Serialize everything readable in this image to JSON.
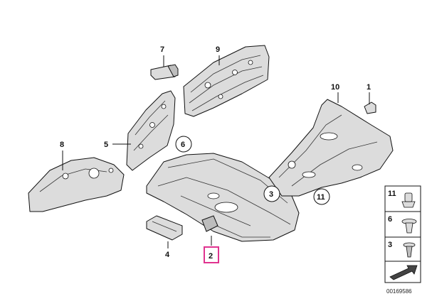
{
  "callouts": {
    "c1": "1",
    "c2": "2",
    "c3": "3",
    "c4": "4",
    "c5": "5",
    "c6": "6",
    "c7": "7",
    "c8": "8",
    "c9": "9",
    "c10": "10",
    "c11": "11"
  },
  "legend": {
    "items": [
      {
        "label": "11",
        "icon": "clip-icon"
      },
      {
        "label": "6",
        "icon": "expansion-rivet-icon"
      },
      {
        "label": "3",
        "icon": "plug-rivet-icon"
      }
    ],
    "footer_icon": "arrow-icon"
  },
  "catalog_number": "00169586",
  "colors": {
    "highlight": "#e0338f",
    "line": "#111111",
    "fill": "#dcdcdc"
  }
}
